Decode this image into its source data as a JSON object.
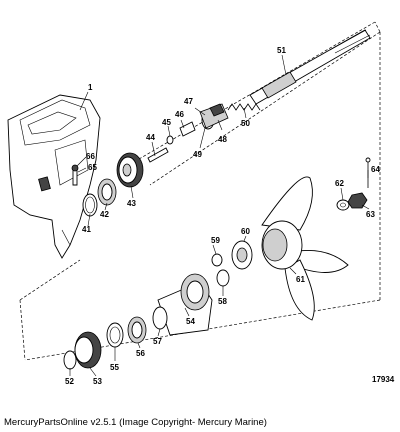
{
  "caption": "MercuryPartsOnline v2.5.1 (Image Copyright- Mercury Marine)",
  "figure_number": "17934",
  "callouts": {
    "c1": "1",
    "c41": "41",
    "c42": "42",
    "c43": "43",
    "c44": "44",
    "c45": "45",
    "c46": "46",
    "c47": "47",
    "c48": "48",
    "c49": "49",
    "c50": "50",
    "c51": "51",
    "c52": "52",
    "c53": "53",
    "c54": "54",
    "c55": "55",
    "c56": "56",
    "c57": "57",
    "c58": "58",
    "c59": "59",
    "c60": "60",
    "c61": "61",
    "c62": "62",
    "c63": "63",
    "c64": "64",
    "c65": "65",
    "c66": "66"
  }
}
